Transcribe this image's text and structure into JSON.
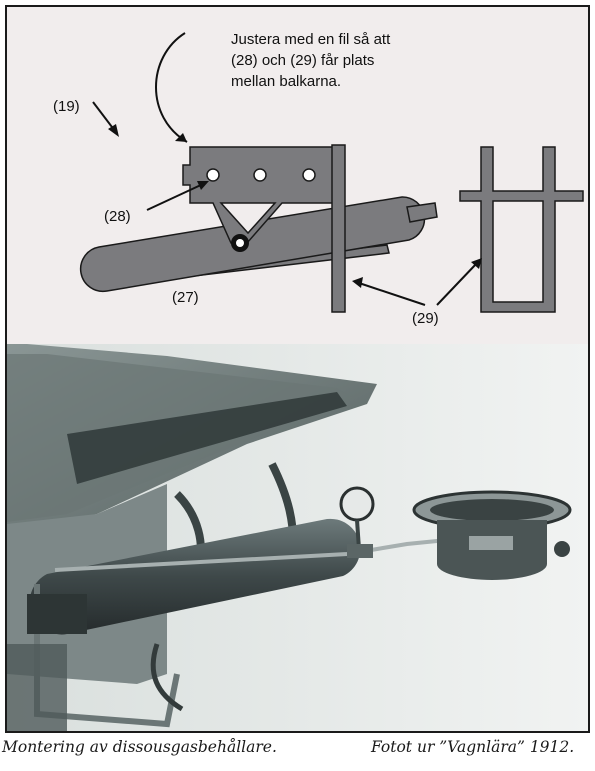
{
  "diagram": {
    "note_lines": [
      "Justera med en fil så att",
      "(28) och (29) får plats",
      "mellan balkarna."
    ],
    "labels": {
      "l19": "(19)",
      "l28": "(28)",
      "l27": "(27)",
      "l29": "(29)"
    }
  },
  "captions": {
    "left": "Montering av dissousgasbehållare.",
    "right": "Fotot ur ”Vagnlära” 1912."
  },
  "colors": {
    "diagram_bg": "#f1eded",
    "part_fill": "#7b7b7e",
    "part_stroke": "#1a1a1a",
    "photo_tone": "#4a5657"
  }
}
